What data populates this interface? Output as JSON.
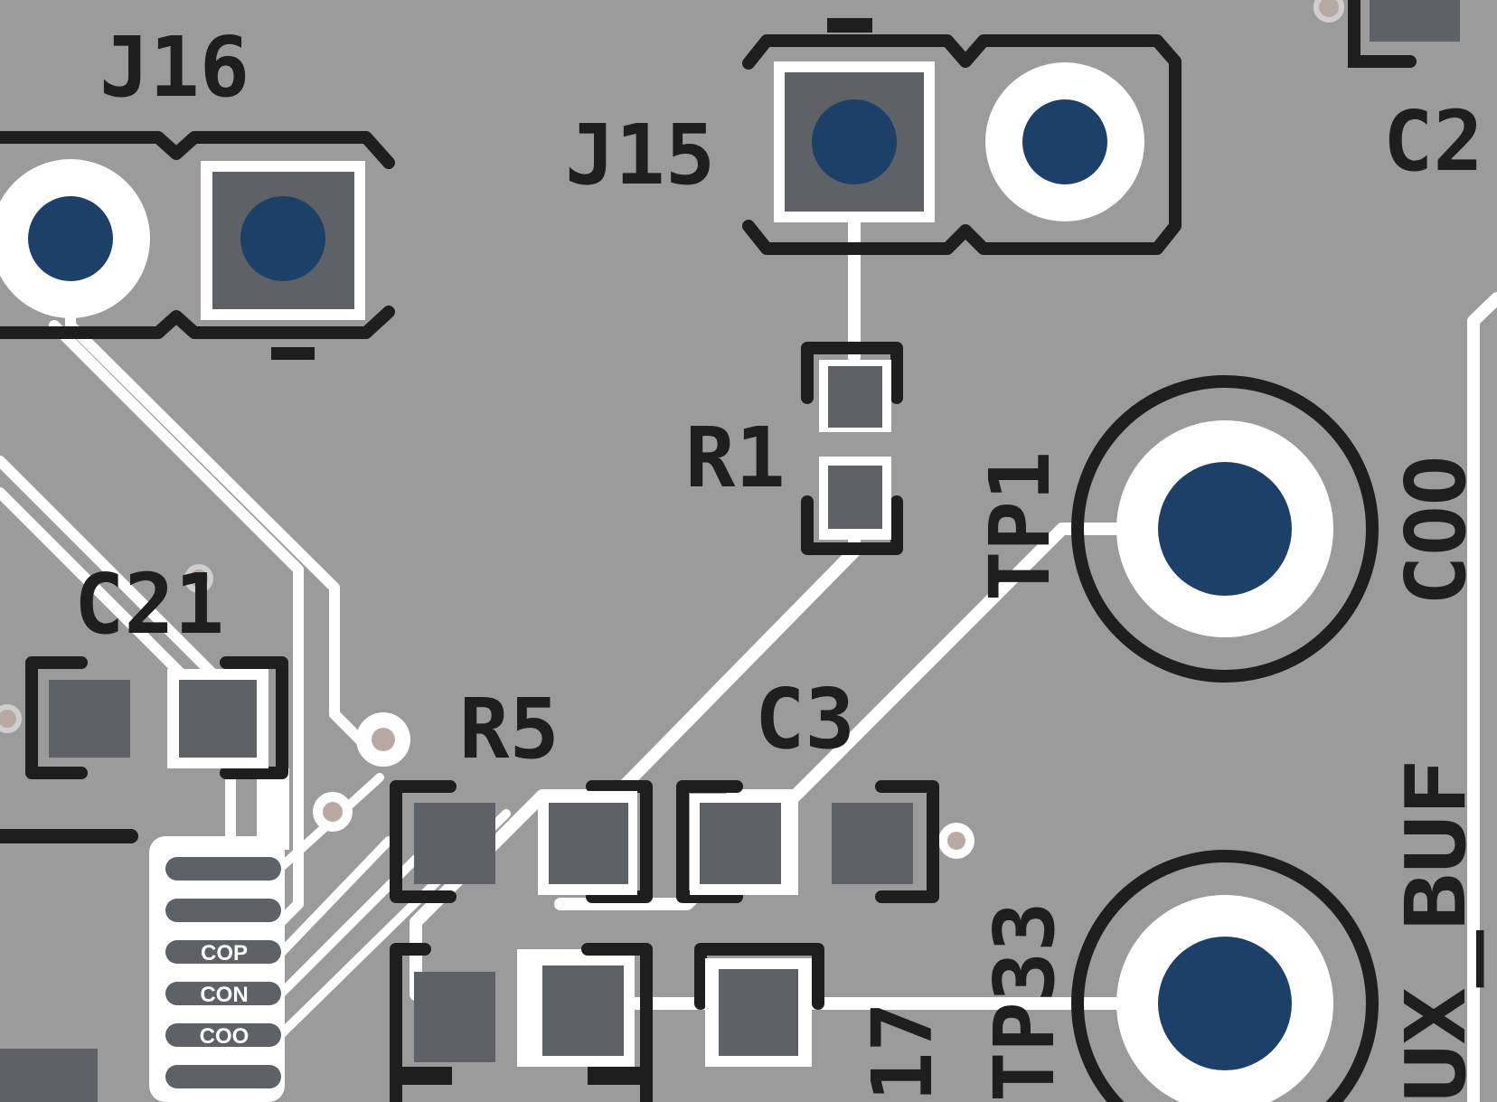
{
  "colors": {
    "board": "#9b9b9b",
    "trace": "#ffffff",
    "silkscreen": "#1e1e1e",
    "pad": "#5e6166",
    "via_fill": "#1c4068",
    "small_via": "#b8aaa3"
  },
  "designators": {
    "j16": "J16",
    "j15": "J15",
    "r1": "R1",
    "tp1": "TP1",
    "c2": "C2",
    "c21": "C21",
    "r5": "R5",
    "c3": "C3",
    "coo": "COO",
    "tp33": "TP33",
    "n17": "17",
    "aux_buf": "UX_BUF"
  },
  "pins": {
    "cop": "COP",
    "con": "CON",
    "coo": "COO"
  }
}
